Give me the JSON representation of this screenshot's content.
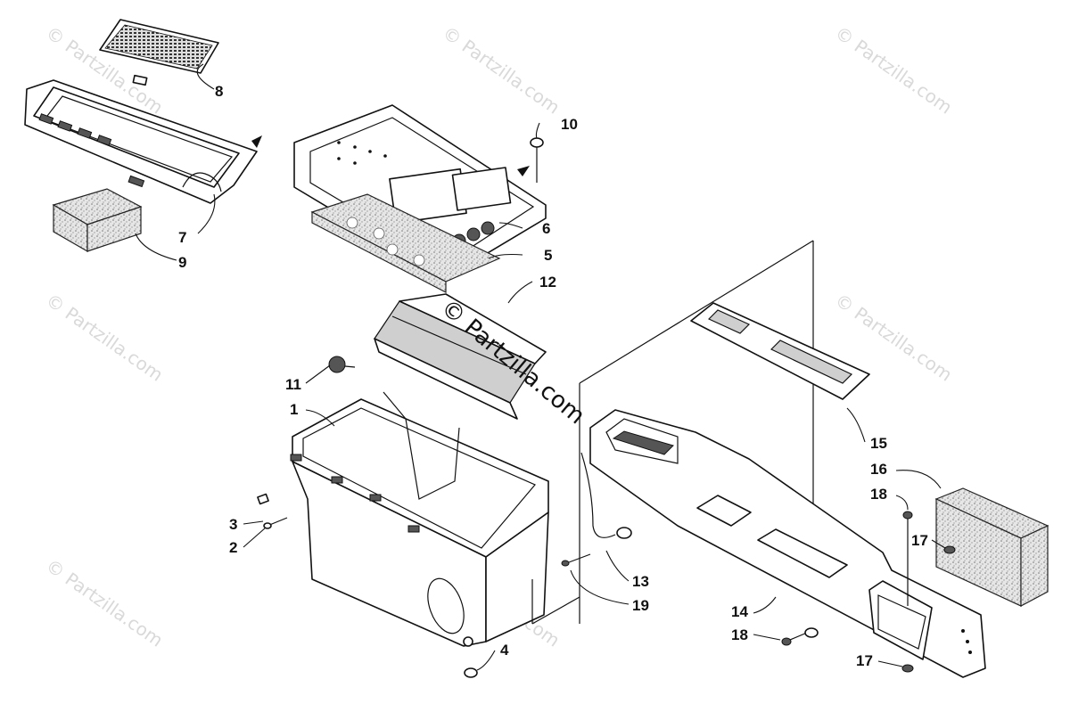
{
  "watermark": {
    "text": "© Partzilla.com"
  },
  "callouts": [
    {
      "id": "1",
      "label": "1"
    },
    {
      "id": "2",
      "label": "2"
    },
    {
      "id": "3",
      "label": "3"
    },
    {
      "id": "4",
      "label": "4"
    },
    {
      "id": "5",
      "label": "5"
    },
    {
      "id": "6",
      "label": "6"
    },
    {
      "id": "7",
      "label": "7"
    },
    {
      "id": "8",
      "label": "8"
    },
    {
      "id": "9",
      "label": "9"
    },
    {
      "id": "10",
      "label": "10"
    },
    {
      "id": "11",
      "label": "11"
    },
    {
      "id": "12",
      "label": "12"
    },
    {
      "id": "13",
      "label": "13"
    },
    {
      "id": "14",
      "label": "14"
    },
    {
      "id": "15",
      "label": "15"
    },
    {
      "id": "16",
      "label": "16"
    },
    {
      "id": "17a",
      "label": "17"
    },
    {
      "id": "17b",
      "label": "17"
    },
    {
      "id": "18a",
      "label": "18"
    },
    {
      "id": "18b",
      "label": "18"
    },
    {
      "id": "19",
      "label": "19"
    }
  ],
  "colors": {
    "line": "#111111",
    "background": "#ffffff",
    "watermark": "#d9d9d9"
  }
}
